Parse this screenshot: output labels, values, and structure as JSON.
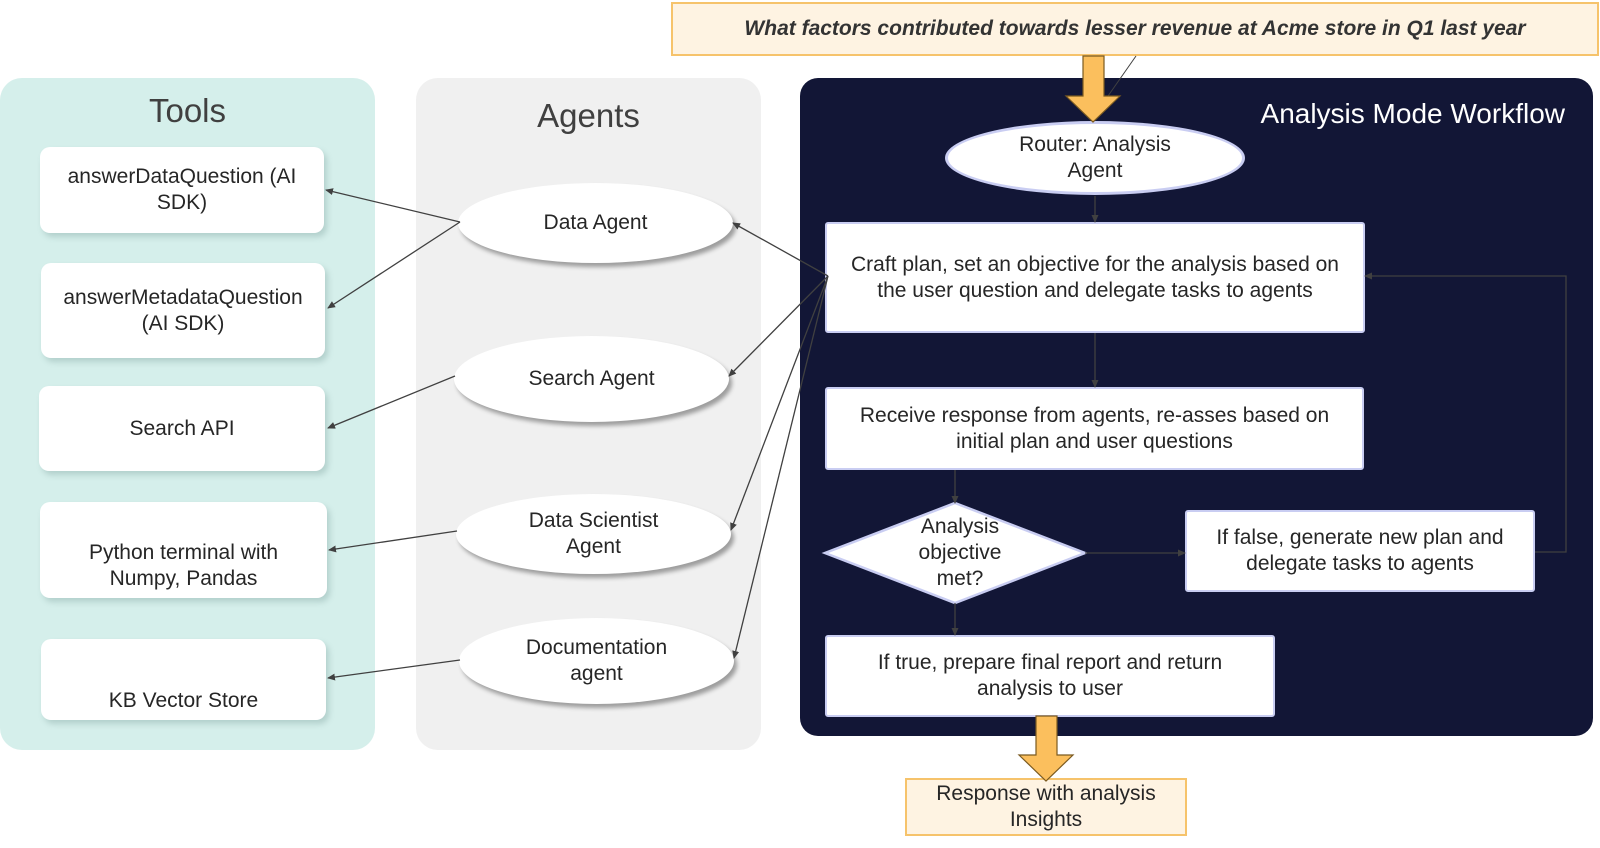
{
  "question": "What factors contributed towards lesser revenue at Acme store in Q1 last year",
  "tools": {
    "title": "Tools",
    "items": [
      {
        "label": "answerDataQuestion (AI SDK)"
      },
      {
        "label": "answerMetadataQuestion (AI SDK)"
      },
      {
        "label": "Search API"
      },
      {
        "label": "Python terminal with Numpy, Pandas"
      },
      {
        "label": "KB Vector Store"
      }
    ]
  },
  "agents": {
    "title": "Agents",
    "items": [
      {
        "label": "Data Agent"
      },
      {
        "label": "Search Agent"
      },
      {
        "label": "Data Scientist Agent"
      },
      {
        "label": "Documentation agent"
      }
    ]
  },
  "workflow": {
    "title": "Analysis Mode Workflow",
    "router": "Router: Analysis Agent",
    "craft_plan": "Craft plan, set an objective for the analysis based on the user question and delegate tasks to agents",
    "receive_response": "Receive response from agents, re-asses based on initial plan and user questions",
    "decision": "Analysis objective met?",
    "if_false": "If false, generate new plan and delegate tasks to agents",
    "if_true": "If true, prepare final report and return analysis to user"
  },
  "response": "Response with analysis Insights",
  "colors": {
    "tools_bg": "#d5efeb",
    "agents_bg": "#f0f0f0",
    "workflow_bg": "#121636",
    "callout_fill": "#fef3e2",
    "callout_border": "#f6c36b",
    "arrow_fill": "#fbbf5d",
    "connector": "#404040"
  }
}
